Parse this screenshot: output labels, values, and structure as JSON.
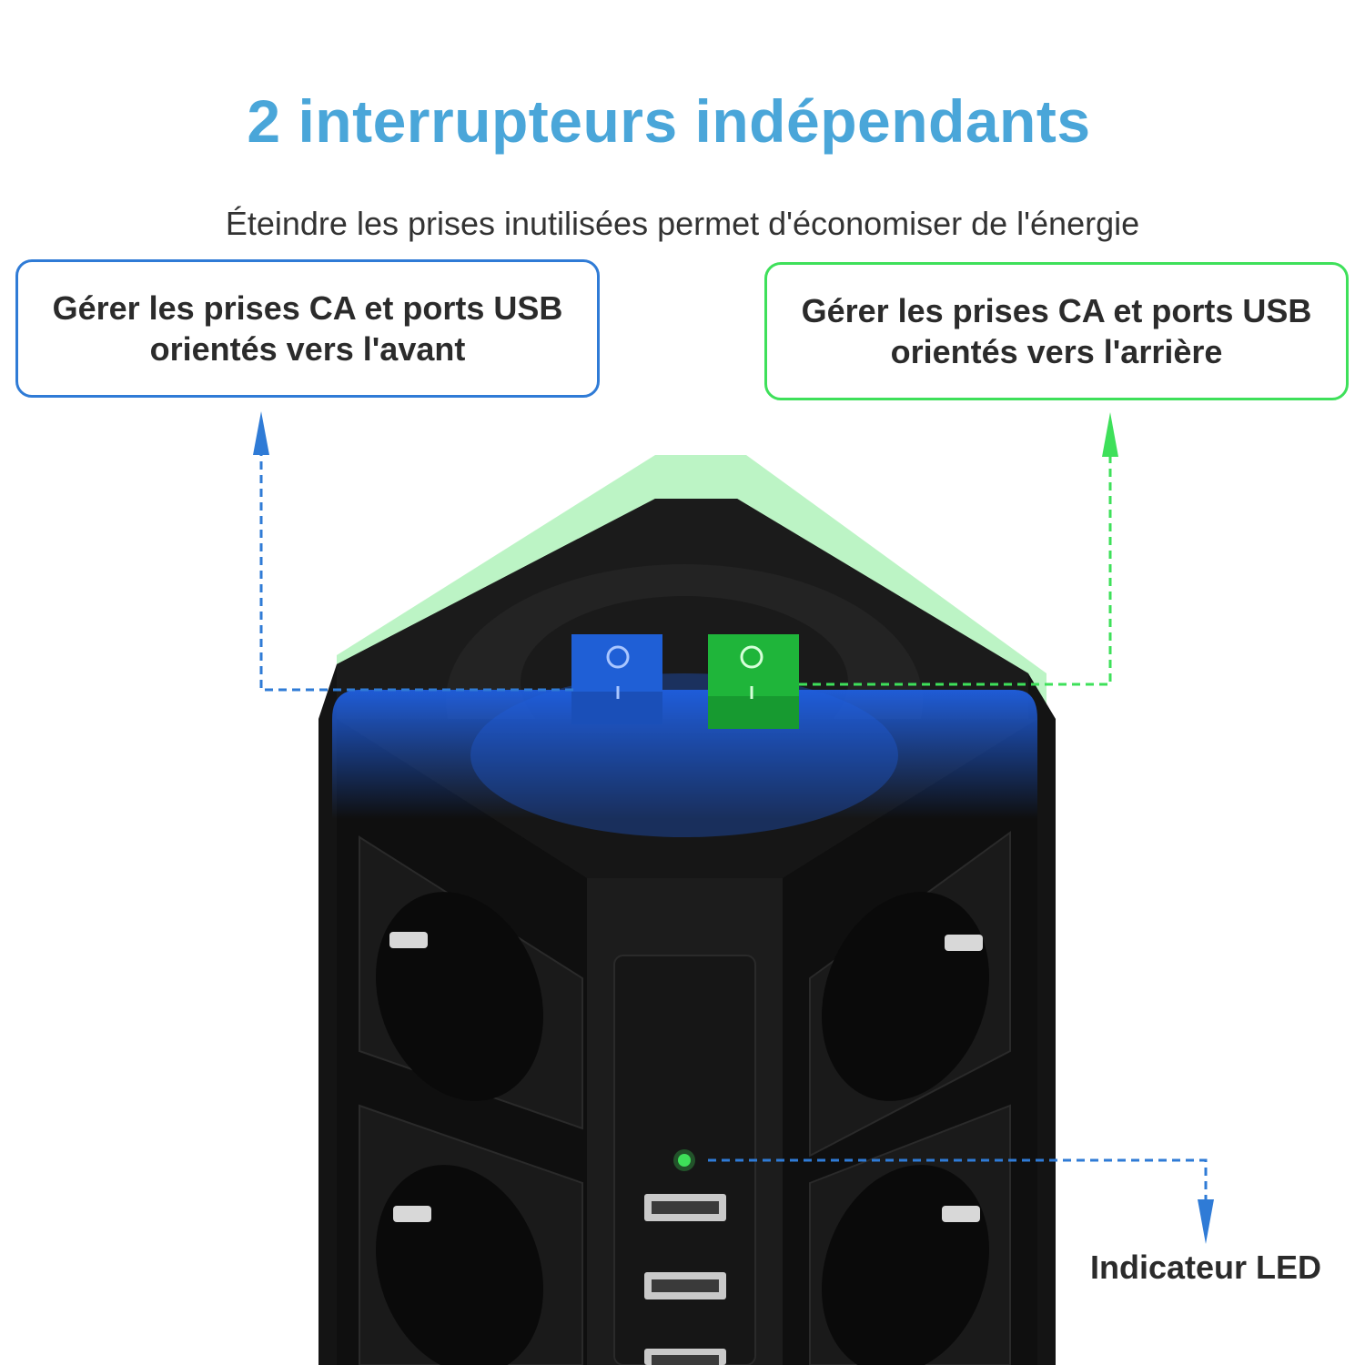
{
  "title": "2 interrupteurs indépendants",
  "subtitle": "Éteindre les prises inutilisées permet d'économiser de l'énergie",
  "callouts": {
    "front": {
      "line1": "Gérer les prises CA et ports USB",
      "line2": "orientés vers l'avant",
      "color": "#2f7bd6"
    },
    "back": {
      "line1": "Gérer les prises CA et ports USB",
      "line2": "orientés vers l'arrière",
      "color": "#3ee05a"
    }
  },
  "led_label": "Indicateur LED",
  "switches": {
    "front": {
      "on_symbol": "I",
      "off_symbol": "O",
      "color": "#1f5fd6"
    },
    "back": {
      "on_symbol": "I",
      "off_symbol": "O",
      "color": "#1fb53a"
    }
  },
  "device": {
    "body_color": "#111111",
    "icons": [
      "power-tower",
      "eu-socket",
      "usb-port",
      "led-indicator"
    ]
  }
}
